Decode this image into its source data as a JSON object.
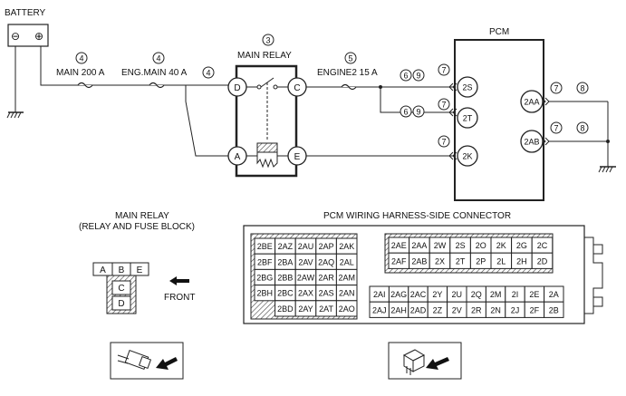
{
  "battery": {
    "label": "BATTERY",
    "neg": "⊖",
    "pos": "⊕"
  },
  "fuses": {
    "main": {
      "label": "MAIN 200 A",
      "num": "4"
    },
    "eng_main": {
      "label": "ENG.MAIN 40 A",
      "num": "4"
    },
    "eng_main_out": {
      "num": "4"
    },
    "engine2": {
      "label": "ENGINE2 15 A",
      "num": "5"
    }
  },
  "relay": {
    "label": "MAIN RELAY",
    "num": "3",
    "pins": [
      "D",
      "C",
      "A",
      "E"
    ]
  },
  "circled": {
    "n6": "6",
    "n7": "7",
    "n8": "8",
    "n9": "9"
  },
  "pcm": {
    "label": "PCM",
    "pins": [
      "2S",
      "2T",
      "2K",
      "2AA",
      "2AB"
    ]
  },
  "relay_block": {
    "title_line1": "MAIN RELAY",
    "title_line2": "(RELAY AND FUSE BLOCK)",
    "cells_top": [
      "A",
      "B",
      "E"
    ],
    "cells_mid": [
      "C",
      "D"
    ],
    "front_label": "FRONT"
  },
  "harness": {
    "title": "PCM WIRING HARNESS-SIDE CONNECTOR",
    "left_block": [
      [
        "2BE",
        "2AZ",
        "2AU",
        "2AP",
        "2AK"
      ],
      [
        "2BF",
        "2BA",
        "2AV",
        "2AQ",
        "2AL"
      ],
      [
        "2BG",
        "2BB",
        "2AW",
        "2AR",
        "2AM"
      ],
      [
        "2BH",
        "2BC",
        "2AX",
        "2AS",
        "2AN"
      ],
      [
        "",
        "2BD",
        "2AY",
        "2AT",
        "2AO"
      ]
    ],
    "top_right": [
      [
        "2AE",
        "2AA",
        "2W",
        "2S",
        "2O",
        "2K",
        "2G",
        "2C"
      ],
      [
        "2AF",
        "2AB",
        "2X",
        "2T",
        "2P",
        "2L",
        "2H",
        "2D"
      ]
    ],
    "bottom_right": [
      [
        "2AI",
        "2AG",
        "2AC",
        "2Y",
        "2U",
        "2Q",
        "2M",
        "2I",
        "2E",
        "2A"
      ],
      [
        "2AJ",
        "2AH",
        "2AD",
        "2Z",
        "2V",
        "2R",
        "2N",
        "2J",
        "2F",
        "2B"
      ]
    ]
  }
}
